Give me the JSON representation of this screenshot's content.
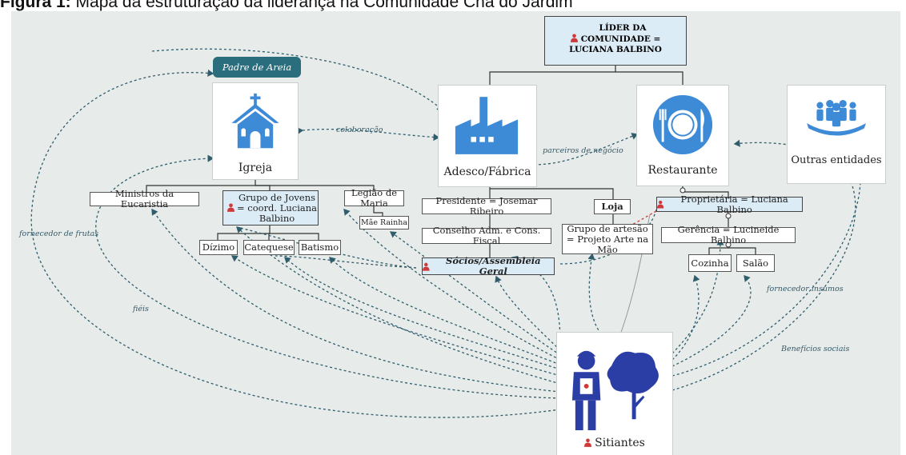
{
  "caption": {
    "prefix": "Figura 1:",
    "text": " Mapa  da estruturação da liderança na Comunidade Chã do Jardim"
  },
  "leader": {
    "line1": "LÍDER DA",
    "line2": "COMUNIDADE =",
    "line3": "LUCIANA BALBINO"
  },
  "church": {
    "tag": "Padre de Areia",
    "label": "Igreja"
  },
  "factory": {
    "label": "Adesco/Fábrica"
  },
  "restaurant": {
    "label": "Restaurante"
  },
  "others": {
    "label": "Outras entidades"
  },
  "farmers": {
    "label": "Sitiantes"
  },
  "church_children": {
    "ministros": "Ministros da Eucaristia",
    "jovens": "Grupo de Jovens = coord. Luciana Balbino",
    "legiao": "Legião de Maria",
    "mae_rainha": "Mãe Rainha",
    "dizimo": "Dízimo",
    "catequese": "Catequese",
    "batismo": "Batismo"
  },
  "factory_children": {
    "presidente": "Presidente = Josemar Ribeiro",
    "conselho": "Conselho Adm. e Cons. Fiscal",
    "socios": "Sócios/Assembleia Geral",
    "loja": "Loja",
    "artesao": "Grupo de artesão = Projeto Arte na Mão"
  },
  "restaurant_children": {
    "proprietaria": "Proprietária = Luciana Balbino",
    "gerencia": "Gerência = Lucineide Balbino",
    "cozinha": "Cozinha",
    "salao": "Salão"
  },
  "link_labels": {
    "colaboracao": "colaboração",
    "parceiros": "parceiros de negócio",
    "frutas": "fornecedor de frutas",
    "fieis": "fiéis",
    "insumos": "fornecedor insumos",
    "beneficios": "Benefícios sociais"
  },
  "colors": {
    "accent": "#2a6e7d",
    "icon_blue": "#3d8ad6",
    "person_red": "#d0393a",
    "canvas": "#e7ebe9"
  }
}
